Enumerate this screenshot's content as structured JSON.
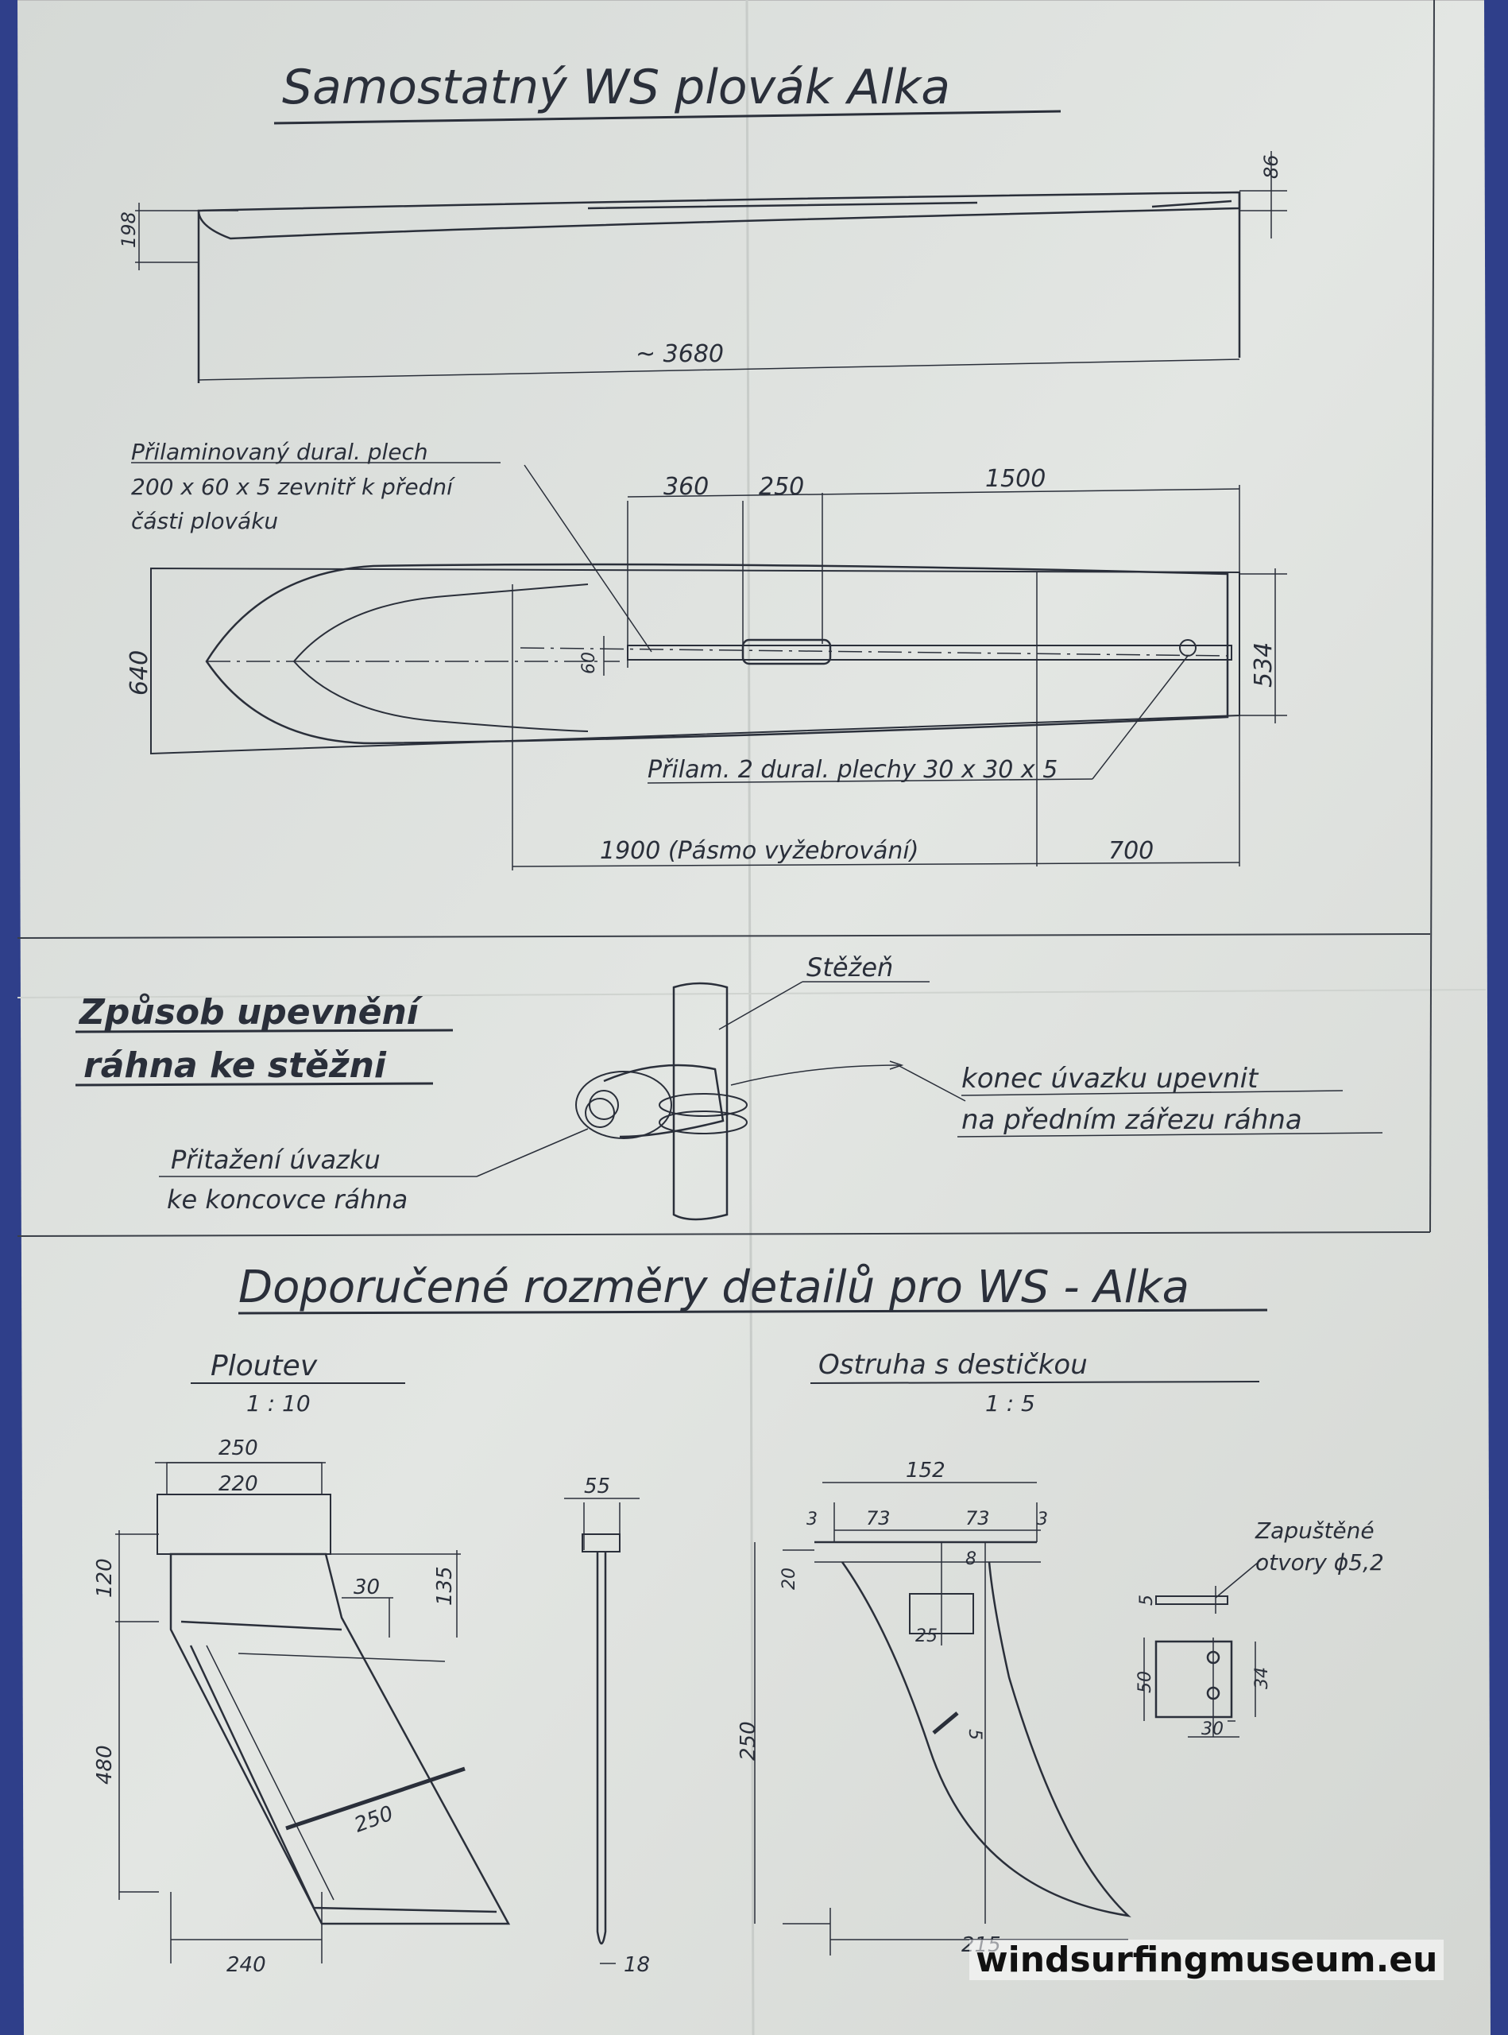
{
  "sheet": {
    "title": "Samostatný WS plovák Alka",
    "side_view": {
      "height_label": "198",
      "tail_label": "86",
      "length_label": "~ 3680"
    },
    "plan_view": {
      "note_lines": [
        "Přilaminovaný dural. plech",
        "200 x 60 x 5 zevnitř k přední",
        "části plováku"
      ],
      "dim_360": "360",
      "dim_250": "250",
      "dim_1500": "1500",
      "width_label": "640",
      "slot_label": "60",
      "tail_width_label": "534",
      "plates_note": "Přilam. 2 dural. plechy 30 x 30 x 5",
      "dim_1900": "1900 (Pásmo vyžebrování)",
      "dim_700": "700"
    },
    "mount": {
      "title_lines": [
        "Způsob upevnění",
        "ráhna ke stěžni"
      ],
      "mast_label": "Stěžeň",
      "right_note_lines": [
        "konec úvazku upevnit",
        "na předním zářezu ráhna"
      ],
      "left_note_lines": [
        "Přitažení úvazku",
        "ke koncovce ráhna"
      ]
    },
    "details": {
      "title": "Doporučené rozměry detailů pro WS - Alka",
      "fin": {
        "title": "Ploutev",
        "scale": "1 : 10",
        "dims": [
          "250",
          "220",
          "120",
          "30",
          "135",
          "480",
          "250",
          "240"
        ],
        "side_dims": [
          "55",
          "18"
        ]
      },
      "skeg": {
        "title": "Ostruha s destičkou",
        "scale": "1 : 5",
        "dims": [
          "152",
          "3",
          "73",
          "73",
          "3",
          "20",
          "8",
          "25",
          "5",
          "250",
          "215"
        ],
        "holes_note_lines": [
          "Zapuštěné",
          "otvory ϕ5,2"
        ],
        "plate_dims": [
          "5",
          "50",
          "34",
          "30"
        ]
      }
    },
    "watermark": "windsurfingmuseum.eu"
  },
  "colors": {
    "paper": "#dfe3e1",
    "ink": "#2a2f3a",
    "background": "#2f3f8a"
  }
}
